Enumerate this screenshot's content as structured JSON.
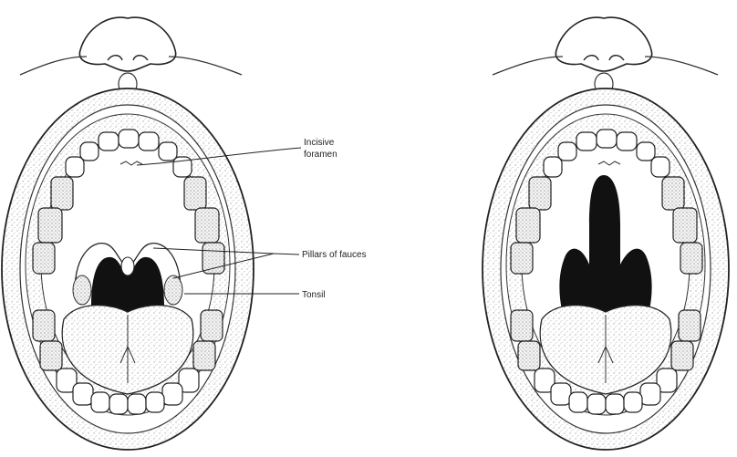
{
  "labels": {
    "incisive_foramen": "Incisive foramen",
    "pillars_of_fauces": "Pillars of fauces",
    "tonsil": "Tonsil"
  },
  "figures": [
    {
      "name": "normal-mouth",
      "description_visible": false
    },
    {
      "name": "cleft-mouth",
      "description_visible": false
    }
  ],
  "colors": {
    "ink": "#222222",
    "dark_fill": "#111111",
    "stipple": "#9a9a9a",
    "background": "#ffffff"
  }
}
